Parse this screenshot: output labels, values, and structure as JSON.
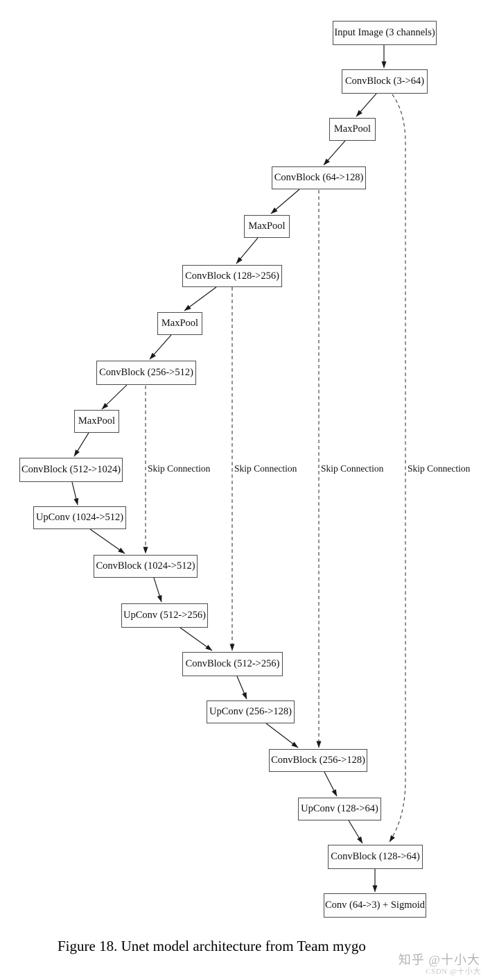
{
  "diagram": {
    "type": "flowchart",
    "title_semantic": "U-Net model architecture",
    "nodes": [
      {
        "id": "input-image",
        "label": "Input Image (3 channels)"
      },
      {
        "id": "convblock-3-64",
        "label": "ConvBlock (3->64)"
      },
      {
        "id": "maxpool-1",
        "label": "MaxPool"
      },
      {
        "id": "convblock-64-128",
        "label": "ConvBlock (64->128)"
      },
      {
        "id": "maxpool-2",
        "label": "MaxPool"
      },
      {
        "id": "convblock-128-256",
        "label": "ConvBlock (128->256)"
      },
      {
        "id": "maxpool-3",
        "label": "MaxPool"
      },
      {
        "id": "convblock-256-512",
        "label": "ConvBlock (256->512)"
      },
      {
        "id": "maxpool-4",
        "label": "MaxPool"
      },
      {
        "id": "convblock-512-1024",
        "label": "ConvBlock (512->1024)"
      },
      {
        "id": "upconv-1024-512",
        "label": "UpConv (1024->512)"
      },
      {
        "id": "convblock-1024-512",
        "label": "ConvBlock (1024->512)"
      },
      {
        "id": "upconv-512-256",
        "label": "UpConv (512->256)"
      },
      {
        "id": "convblock-512-256",
        "label": "ConvBlock (512->256)"
      },
      {
        "id": "upconv-256-128",
        "label": "UpConv (256->128)"
      },
      {
        "id": "convblock-256-128",
        "label": "ConvBlock (256->128)"
      },
      {
        "id": "upconv-128-64",
        "label": "UpConv (128->64)"
      },
      {
        "id": "convblock-128-64",
        "label": "ConvBlock (128->64)"
      },
      {
        "id": "conv-64-3-sigmoid",
        "label": "Conv (64->3) + Sigmoid"
      }
    ],
    "skip_labels": [
      "Skip Connection",
      "Skip Connection",
      "Skip Connection",
      "Skip Connection"
    ]
  },
  "caption": "Figure 18. Unet model architecture from Team mygo",
  "watermark": {
    "line1": "知乎 @十小大",
    "line2": "CSDN @十小大"
  },
  "colors": {
    "background": "#ffffff",
    "node_border": "#4d4d4d",
    "node_fill": "#fdfdfd",
    "edge": "#1a1a1a",
    "dashed_edge": "#4a4a4a",
    "text": "#111111",
    "watermark_primary": "#b4b4b4",
    "watermark_secondary": "#c9c9c9"
  }
}
